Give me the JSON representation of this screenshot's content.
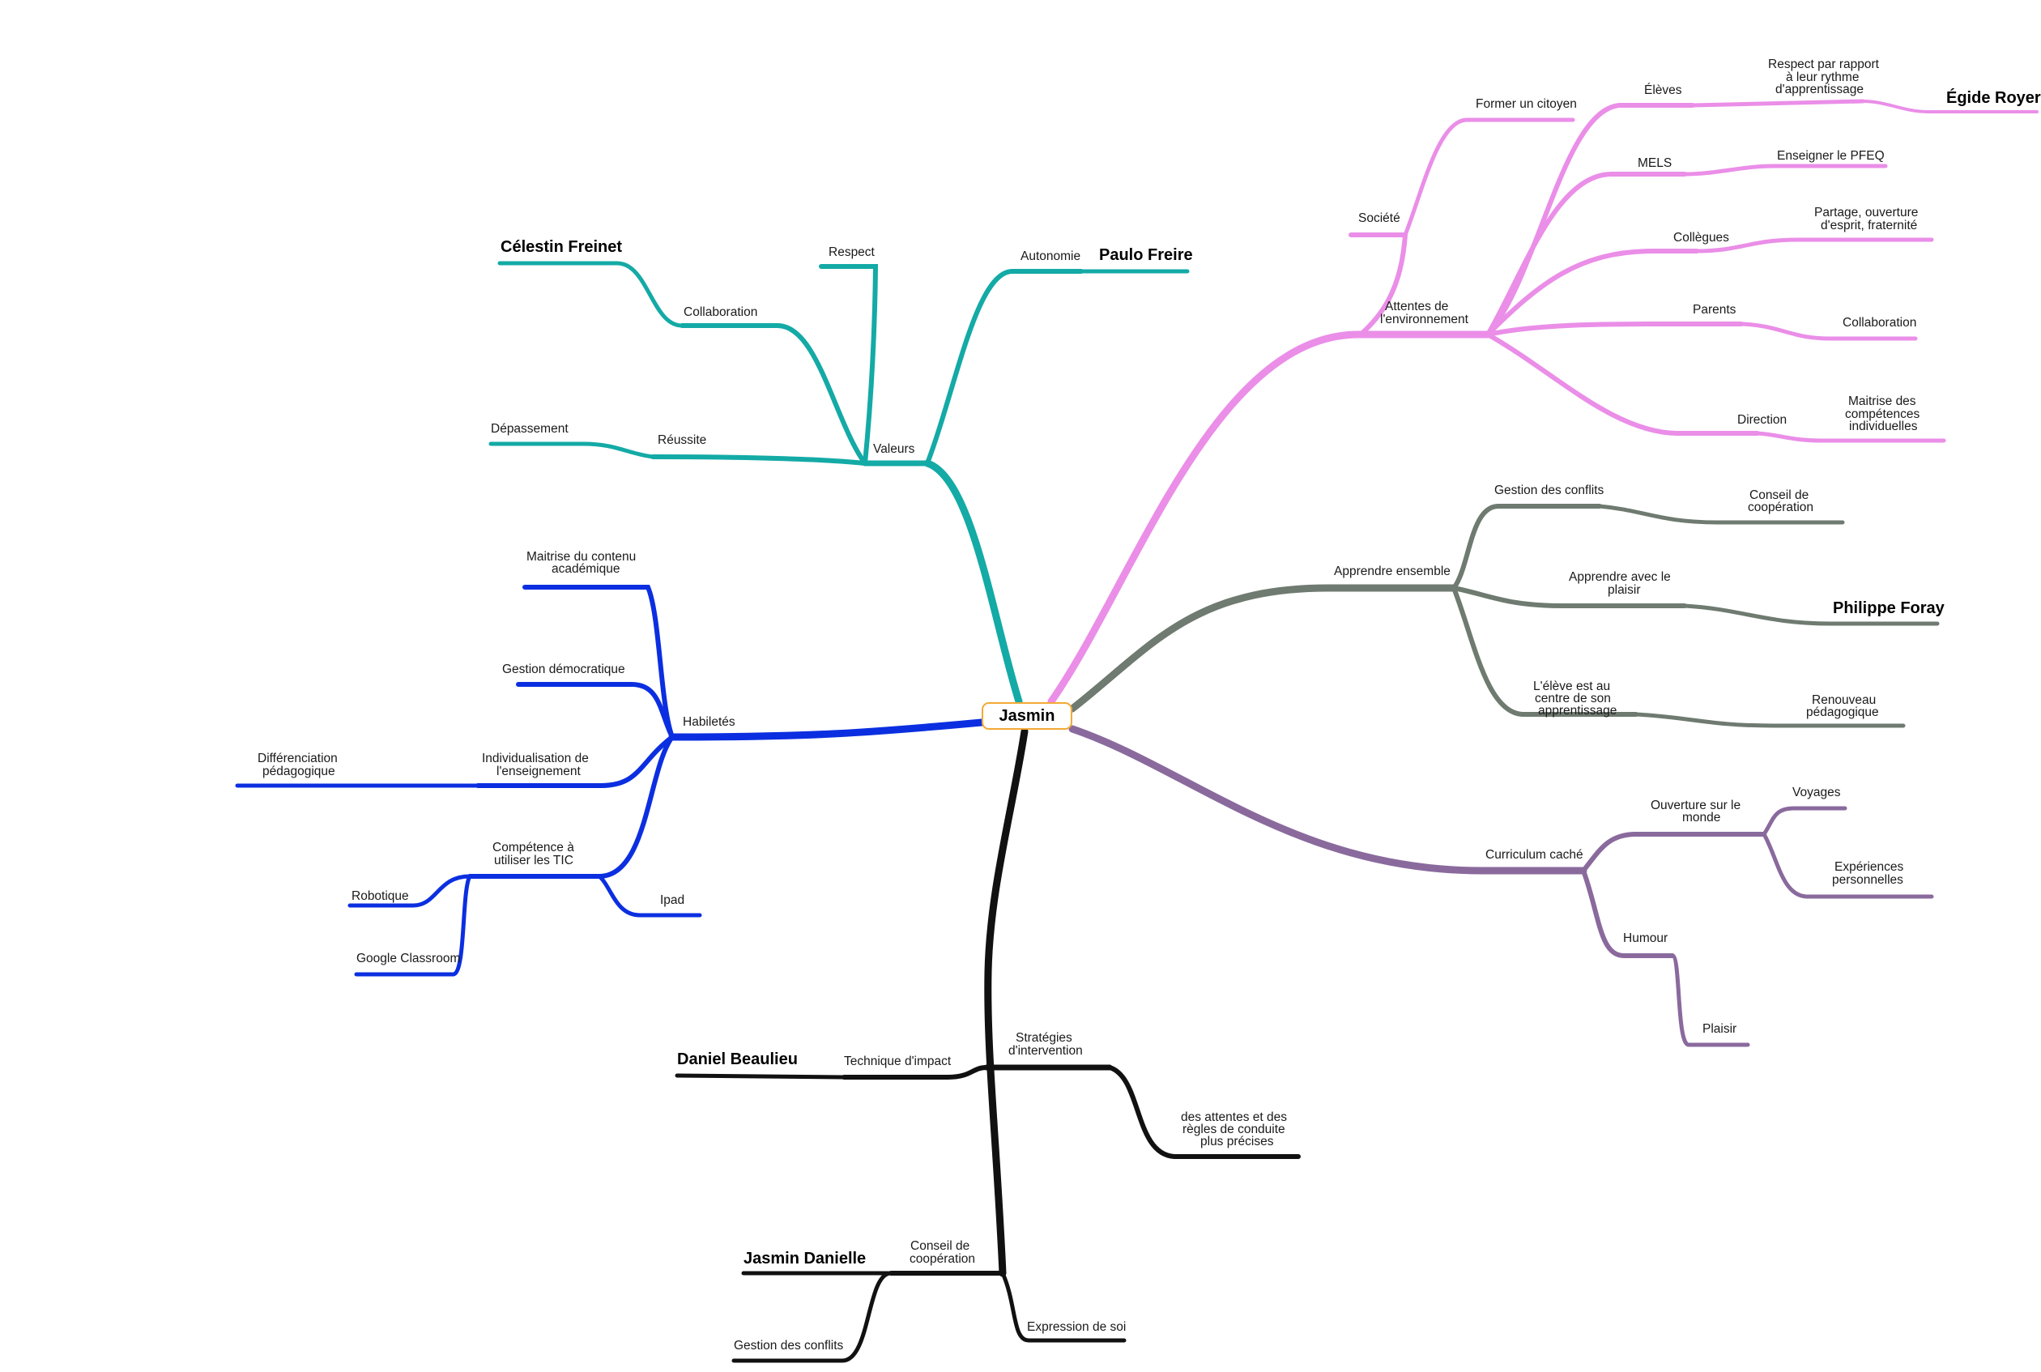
{
  "central": {
    "label": "Jasmin"
  },
  "colors": {
    "teal": "#14aaa6",
    "pink": "#ea8ee8",
    "gray": "#6f7a70",
    "purple": "#8a6a9d",
    "black": "#111111",
    "blue": "#0b2fe0",
    "center_border": "#f3a935"
  },
  "branches": {
    "valeurs": {
      "label": "Valeurs",
      "collaboration": "Collaboration",
      "celestin": "Célestin Freinet",
      "respect": "Respect",
      "autonomie": "Autonomie",
      "paulo": "Paulo Freire",
      "reussite": "Réussite",
      "depassement": "Dépassement"
    },
    "attentes": {
      "label_1": "Attentes  de",
      "label_2": "l'environnement",
      "societe": "Société",
      "citoyen": "Former un citoyen",
      "eleves": "Élèves",
      "respect_1": "Respect  par  rapport",
      "respect_2": "à  leur  rythme",
      "respect_3": "d'apprentissage",
      "egide": "Égide Royer",
      "mels": "MELS",
      "pfeq": "Enseigner le PFEQ",
      "collegues": "Collègues",
      "partage_1": "Partage,  ouverture",
      "partage_2": "d'esprit,  fraternité",
      "parents": "Parents",
      "collaboration": "Collaboration",
      "direction": "Direction",
      "maitrise_1": "Maitrise  des",
      "maitrise_2": "compétences",
      "maitrise_3": "individuelles"
    },
    "apprendre": {
      "label": "Apprendre ensemble",
      "conflits": "Gestion des conflits",
      "conseil_1": "Conseil  de",
      "conseil_2": "coopération",
      "plaisir_1": "Apprendre  avec  le",
      "plaisir_2": "plaisir",
      "foray": "Philippe Foray",
      "centre_1": "L'élève  est  au",
      "centre_2": "centre  de  son",
      "centre_3": "apprentissage",
      "renouveau_1": "Renouveau",
      "renouveau_2": "pédagogique"
    },
    "curriculum": {
      "label": "Curriculum caché",
      "ouverture_1": "Ouverture  sur  le",
      "ouverture_2": "monde",
      "voyages": "Voyages",
      "experiences_1": "Expériences",
      "experiences_2": "personnelles",
      "humour": "Humour",
      "plaisir": "Plaisir"
    },
    "strategies": {
      "label_1": "Stratégies",
      "label_2": "d'intervention",
      "technique": "Technique d'impact",
      "beaulieu": "Daniel Beaulieu",
      "attentes_1": "des  attentes  et  des",
      "attentes_2": "règles  de  conduite",
      "attentes_3": "plus  précises",
      "conseil_1": "Conseil  de",
      "conseil_2": "coopération",
      "danielle": "Jasmin Danielle",
      "conflits": "Gestion des conflits",
      "expression": "Expression de soi"
    },
    "habiletes": {
      "label": "Habiletés",
      "maitrise_1": "Maitrise  du  contenu",
      "maitrise_2": "académique",
      "gestion": "Gestion démocratique",
      "individ_1": "Individualisation  de",
      "individ_2": "l'enseignement",
      "diff_1": "Différenciation",
      "diff_2": "pédagogique",
      "tic_1": "Compétence  à",
      "tic_2": "utiliser  les  TIC",
      "robotique": "Robotique",
      "classroom": "Google Classroom",
      "ipad": "Ipad"
    }
  }
}
